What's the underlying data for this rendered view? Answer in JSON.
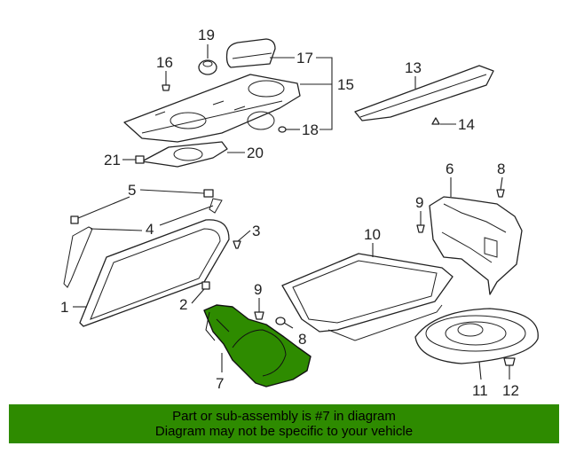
{
  "callouts": {
    "c1": "1",
    "c2": "2",
    "c3": "3",
    "c4": "4",
    "c5": "5",
    "c6": "6",
    "c7": "7",
    "c8a": "8",
    "c8b": "8",
    "c9a": "9",
    "c9b": "9",
    "c10": "10",
    "c11": "11",
    "c12": "12",
    "c13": "13",
    "c14": "14",
    "c15": "15",
    "c16": "16",
    "c17": "17",
    "c18": "18",
    "c19": "19",
    "c20": "20",
    "c21": "21"
  },
  "highlighted_part": "7",
  "colors": {
    "highlight": "#2e8b00",
    "banner": "#2e8b00",
    "line": "#222222"
  },
  "banner": {
    "line1": "Part or sub-assembly is #7 in diagram",
    "line2": "Diagram may not be specific to your vehicle"
  }
}
